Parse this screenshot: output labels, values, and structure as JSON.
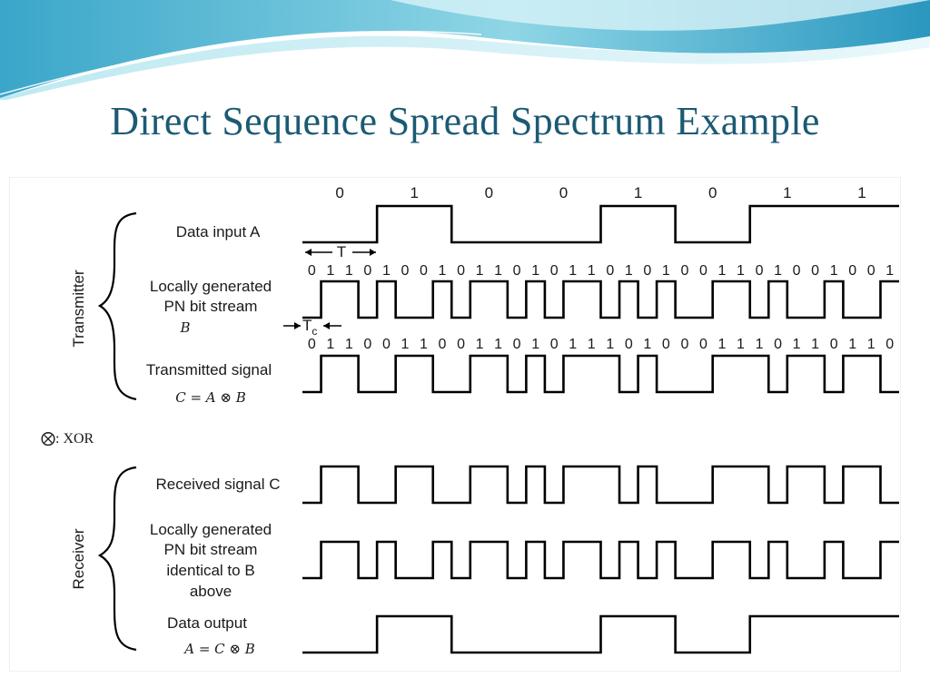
{
  "slide": {
    "title": "Direct Sequence Spread Spectrum Example"
  },
  "data_bits": [
    "0",
    "1",
    "0",
    "0",
    "1",
    "0",
    "1",
    "1"
  ],
  "pn_bits": "01101001011010110101001101001001",
  "tx_bits": "01100110011010111010001110110110",
  "transmitter": {
    "group_label": "Transmitter",
    "data_input_label": "Data input A",
    "T_label": "T",
    "pn_label_line1": "Locally generated",
    "pn_label_line2": "PN bit stream",
    "pn_symbol": "B",
    "Tc_label": "T",
    "Tc_sub": "c",
    "tx_label": "Transmitted signal",
    "tx_formula": "C = A ⊗ B"
  },
  "xor_note": "⨂: XOR",
  "receiver": {
    "group_label": "Receiver",
    "rx_label": "Received signal C",
    "pn_label_line1": "Locally generated",
    "pn_label_line2": "PN bit stream",
    "pn_label_line3": "identical to B",
    "pn_label_line4": "above",
    "out_label": "Data output",
    "out_formula": "A = C ⊗ B"
  }
}
